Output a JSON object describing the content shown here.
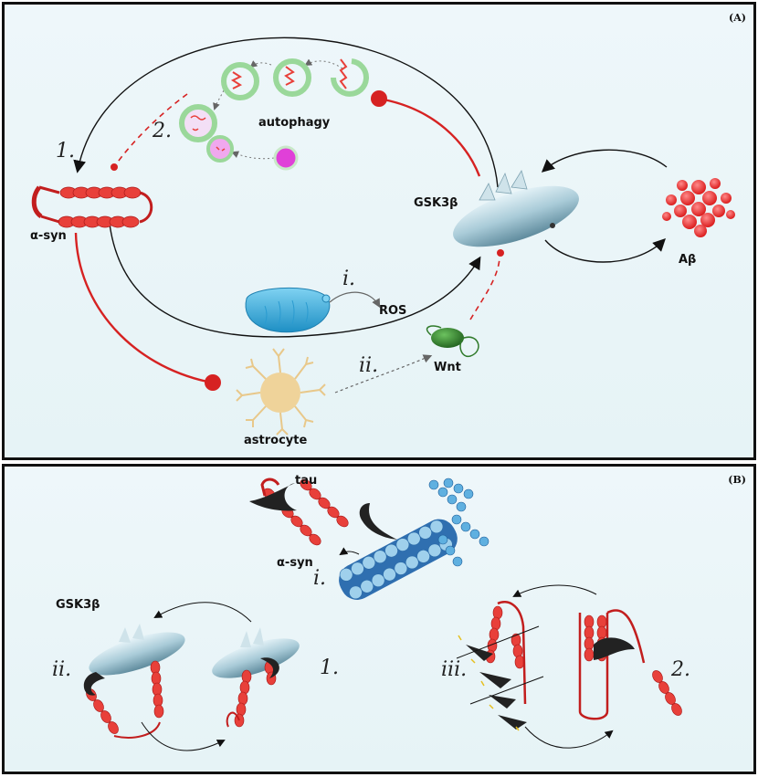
{
  "panel_a": {
    "panel_label": "(A)",
    "labels": {
      "alpha_syn": "α-syn",
      "gsk3b": "GSK3β",
      "abeta": "Aβ",
      "autophagy": "autophagy",
      "ros": "ROS",
      "wnt": "Wnt",
      "astrocyte": "astrocyte"
    },
    "steps": {
      "step1": "1.",
      "step2": "2.",
      "step_i": "i.",
      "step_ii": "ii."
    }
  },
  "panel_b": {
    "panel_label": "(B)",
    "labels": {
      "tau": "tau",
      "alpha_syn": "α-syn",
      "gsk3b": "GSK3β"
    },
    "steps": {
      "step_i": "i.",
      "step_ii": "ii.",
      "step_1": "1.",
      "step_iii": "iii.",
      "step_2": "2."
    }
  },
  "colors": {
    "helix_red": "#e8403a",
    "inhibition_red": "#d62222",
    "gsk3b_blue": "#a9cbd8",
    "mitochondrion": "#3ab0dc",
    "astrocyte": "#e8c88a",
    "wnt_green": "#2f7a2a",
    "autophagosome_green": "#9ad89a",
    "lysosome_magenta": "#e040d8",
    "tau_black": "#222222",
    "microtubule_blue": "#3a8fc8"
  }
}
